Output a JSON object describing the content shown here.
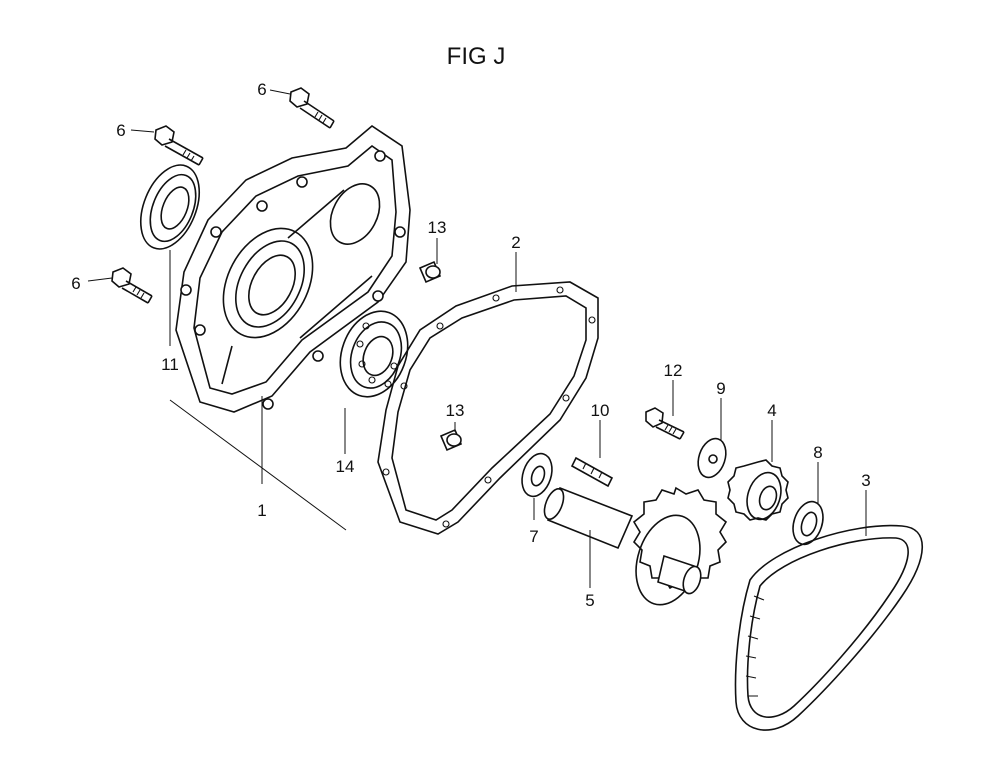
{
  "title": "FIG J",
  "callouts": {
    "c1": "1",
    "c2": "2",
    "c3": "3",
    "c4": "4",
    "c5": "5",
    "c6a": "6",
    "c6b": "6",
    "c6c": "6",
    "c7": "7",
    "c8": "8",
    "c9": "9",
    "c10": "10",
    "c11": "11",
    "c12": "12",
    "c13a": "13",
    "c13b": "13",
    "c14": "14"
  }
}
